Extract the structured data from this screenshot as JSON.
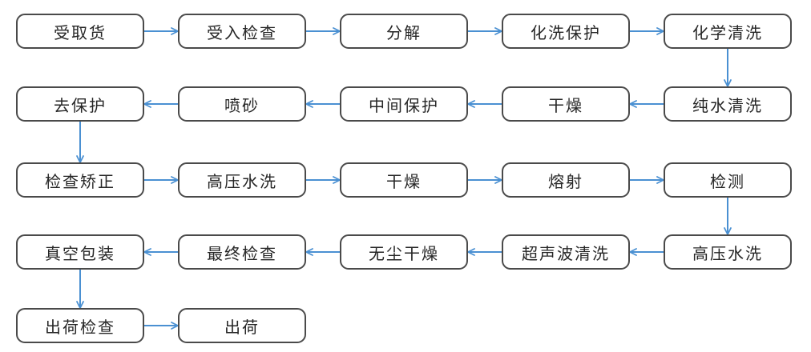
{
  "flowchart": {
    "colors": {
      "arrow": "#4a90d2",
      "node_border": "#4a4a4a",
      "node_fill": "#ffffff",
      "text": "#262626"
    },
    "nodes": [
      {
        "label": "受取货"
      },
      {
        "label": "受入检查"
      },
      {
        "label": "分解"
      },
      {
        "label": "化洗保护"
      },
      {
        "label": "化学清洗"
      },
      {
        "label": "去保护"
      },
      {
        "label": "喷砂"
      },
      {
        "label": "中间保护"
      },
      {
        "label": "干燥"
      },
      {
        "label": "纯水清洗"
      },
      {
        "label": "检查矫正"
      },
      {
        "label": "高压水洗"
      },
      {
        "label": "干燥"
      },
      {
        "label": "熔射"
      },
      {
        "label": "检测"
      },
      {
        "label": "真空包装"
      },
      {
        "label": "最终检查"
      },
      {
        "label": "无尘干燥"
      },
      {
        "label": "超声波清洗"
      },
      {
        "label": "高压水洗"
      },
      {
        "label": "出荷检查"
      },
      {
        "label": "出荷"
      }
    ],
    "edges": [
      {
        "from": 0,
        "to": 1
      },
      {
        "from": 1,
        "to": 2
      },
      {
        "from": 2,
        "to": 3
      },
      {
        "from": 3,
        "to": 4
      },
      {
        "from": 4,
        "to": 9
      },
      {
        "from": 9,
        "to": 8
      },
      {
        "from": 8,
        "to": 7
      },
      {
        "from": 7,
        "to": 6
      },
      {
        "from": 6,
        "to": 5
      },
      {
        "from": 5,
        "to": 10
      },
      {
        "from": 10,
        "to": 11
      },
      {
        "from": 11,
        "to": 12
      },
      {
        "from": 12,
        "to": 13
      },
      {
        "from": 13,
        "to": 14
      },
      {
        "from": 14,
        "to": 19
      },
      {
        "from": 19,
        "to": 18
      },
      {
        "from": 18,
        "to": 17
      },
      {
        "from": 17,
        "to": 16
      },
      {
        "from": 16,
        "to": 15
      },
      {
        "from": 15,
        "to": 20
      },
      {
        "from": 20,
        "to": 21
      }
    ]
  }
}
